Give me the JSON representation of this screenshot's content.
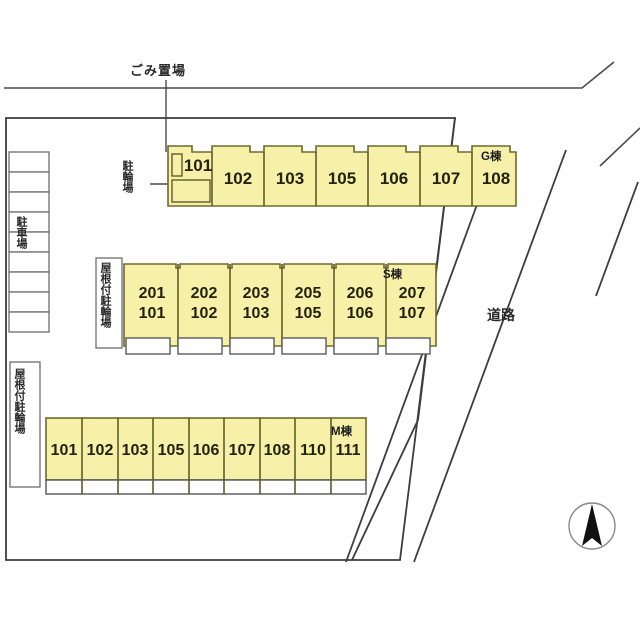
{
  "plan": {
    "title": "apartment-site-plan",
    "colors": {
      "unit_fill": "#f6f0a8",
      "unit_stroke": "#6e6a2c",
      "line": "#3d3d3d",
      "text": "#24210d"
    }
  },
  "annotations": {
    "garbage_area": "ごみ置場",
    "bicycle_parking": "駐輪場",
    "covered_bicycle_parking_upper": "屋根付駐輪場",
    "covered_bicycle_parking_lower": "屋根付駐輪場",
    "car_parking": "駐車場",
    "road": "道路"
  },
  "compass": {
    "name": "north-arrow",
    "direction": "north-up"
  },
  "buildings": [
    {
      "id": "G",
      "tag": "G棟",
      "units": [
        {
          "num": "101"
        },
        {
          "num": "102"
        },
        {
          "num": "103"
        },
        {
          "num": "105"
        },
        {
          "num": "106"
        },
        {
          "num": "107"
        },
        {
          "num": "108"
        }
      ]
    },
    {
      "id": "S",
      "tag": "S棟",
      "units": [
        {
          "upper": "201",
          "lower": "101"
        },
        {
          "upper": "202",
          "lower": "102"
        },
        {
          "upper": "203",
          "lower": "103"
        },
        {
          "upper": "205",
          "lower": "105"
        },
        {
          "upper": "206",
          "lower": "106"
        },
        {
          "upper": "207",
          "lower": "107"
        }
      ]
    },
    {
      "id": "M",
      "tag": "M棟",
      "units": [
        {
          "num": "101"
        },
        {
          "num": "102"
        },
        {
          "num": "103"
        },
        {
          "num": "105"
        },
        {
          "num": "106"
        },
        {
          "num": "107"
        },
        {
          "num": "108"
        },
        {
          "num": "110"
        },
        {
          "num": "111"
        }
      ]
    }
  ],
  "parking": {
    "car_stall_count": 9,
    "label": "駐車場"
  }
}
